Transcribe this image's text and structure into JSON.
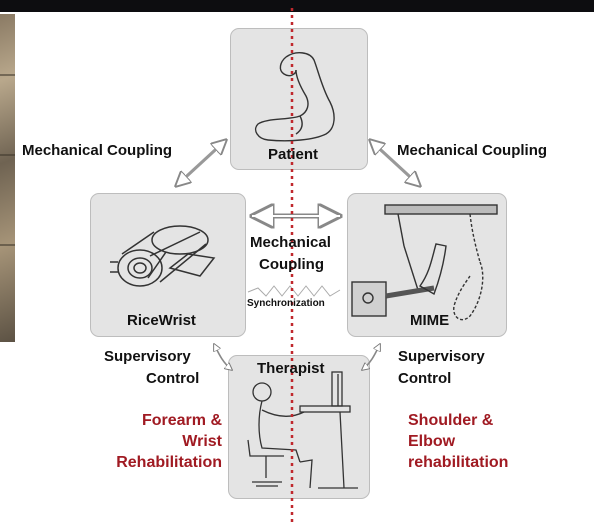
{
  "nodes": {
    "patient": "Patient",
    "ricewrist": "RiceWrist",
    "mime": "MIME",
    "therapist": "Therapist"
  },
  "edges": {
    "mech_left": "Mechanical Coupling",
    "mech_right": "Mechanical Coupling",
    "mech_center_1": "Mechanical",
    "mech_center_2": "Coupling",
    "sync": "Synchronization",
    "sup_left_1": "Supervisory",
    "sup_left_2": "Control",
    "sup_right_1": "Supervisory",
    "sup_right_2": "Control"
  },
  "captions": {
    "left_1": "Forearm &",
    "left_2": "Wrist",
    "left_3": "Rehabilitation",
    "right_1": "Shoulder &",
    "right_2": "Elbow",
    "right_3": "rehabilitation"
  },
  "colors": {
    "caption": "#a01a22",
    "divider": "#c0282d",
    "box_fill": "#e4e4e4"
  }
}
